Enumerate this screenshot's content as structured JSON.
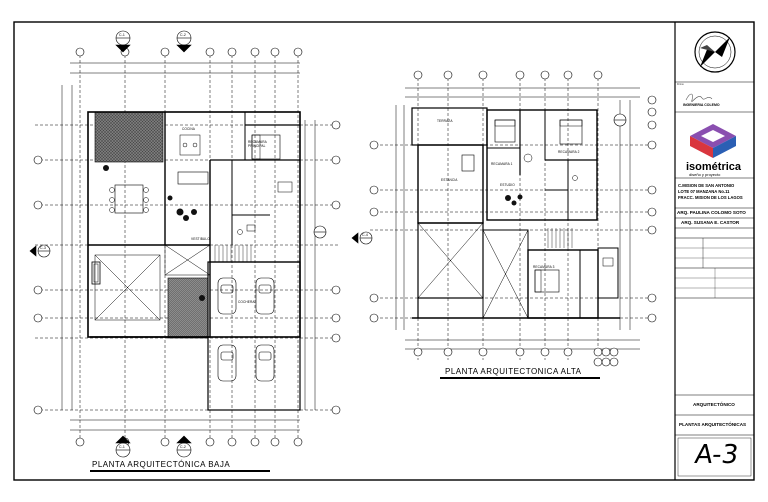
{
  "drawing": {
    "ground_floor_title": "PLANTA ARQUITECTÓNICA BAJA",
    "upper_floor_title": "PLANTA ARQUITECTONICA ALTA",
    "ground_rooms": {
      "cocina": "COCINA",
      "recamara_principal": "RECAMARA PRINCIPAL",
      "vestibulo": "VESTIBULO",
      "cochera": "COCHERA"
    },
    "upper_rooms": {
      "terraza": "TERRAZA",
      "estancia": "ESTANCIA",
      "recamara_1": "RECAMARA 1",
      "recamara_2": "RECAMARA 2",
      "recamara_3": "RECAMARA 3",
      "estudio": "ESTUDIO"
    },
    "grid_markers": {
      "cut_c1_top": "C-1",
      "cut_c2_top": "C-2",
      "cut_c1_bottom": "C-1",
      "cut_c2_bottom": "C-2",
      "cut_c3_left": "C-3",
      "cut_c4_right": "C-4"
    }
  },
  "title_block": {
    "signature_label": "Firma:",
    "owner_name": "INGENIERIA COLEMO",
    "logo_name": "isométrica",
    "logo_tagline": "diseño y proyecto",
    "project_address": [
      "C.MISION DE SAN ANTONIO",
      "LOTE 07 MANZANA No.11",
      "FRACC. MISION DE LOS LAGOS"
    ],
    "architect_1": "ARQ. PAULINA COLOMO SOTO",
    "architect_2": "ARQ. SUSANA E. CASTOR",
    "discipline": "ARQUITECTÓNICO",
    "sheet_name": "PLANTAS ARQUITECTÓNICAS",
    "sheet_number": "A-3"
  },
  "colors": {
    "ink": "#000000",
    "hatch": "#555555",
    "logo_red": "#d9363e",
    "logo_blue": "#2b5fb4",
    "logo_purple": "#8a4fb0"
  }
}
